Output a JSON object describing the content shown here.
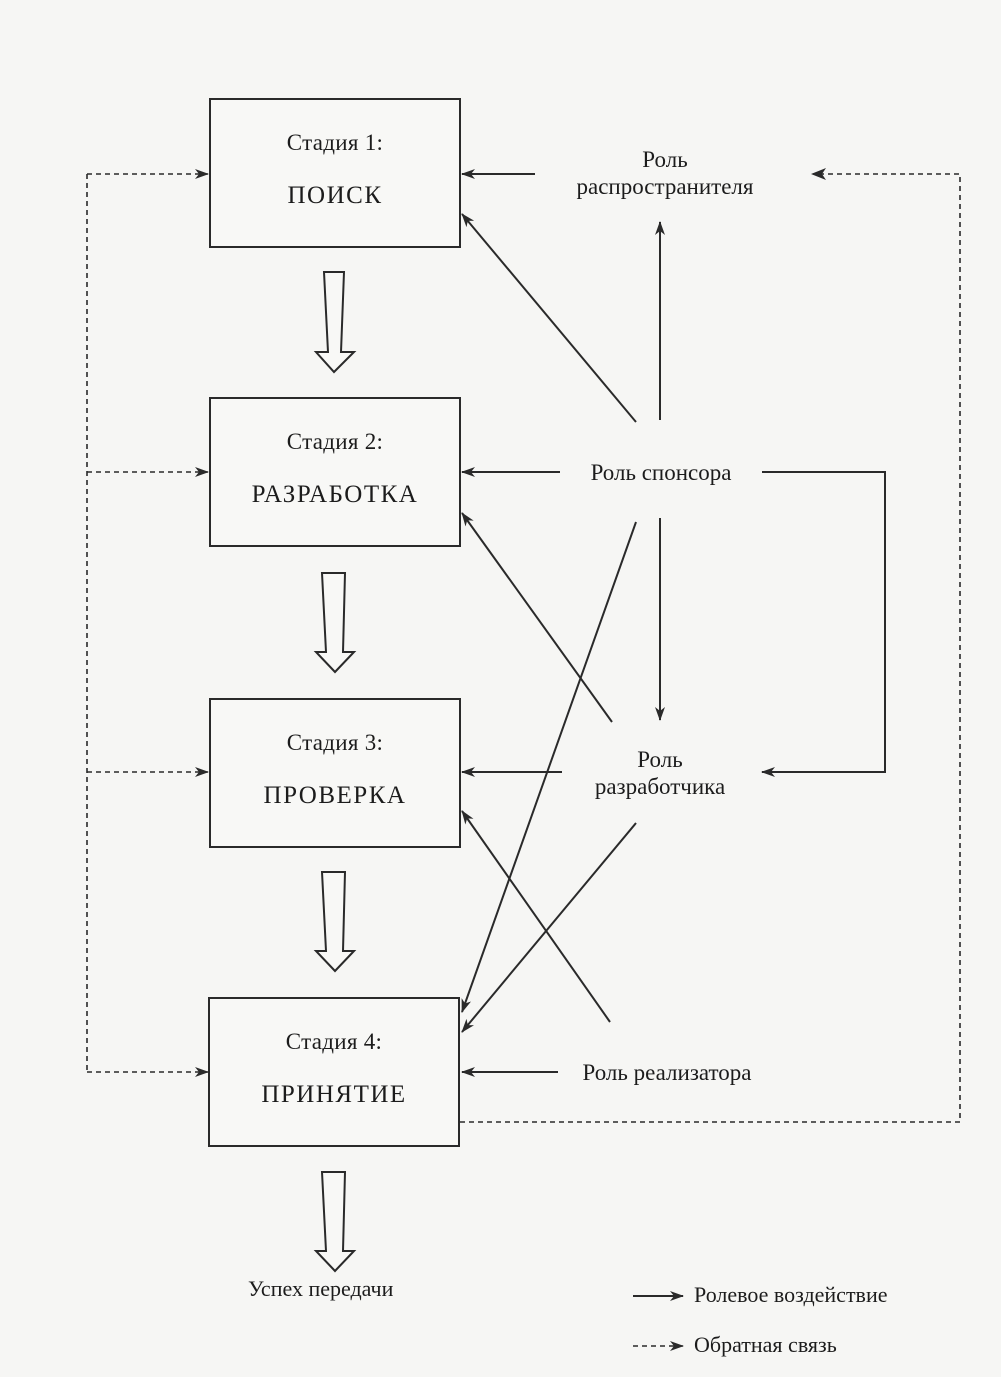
{
  "stages": [
    {
      "label": "Стадия 1:",
      "name": "ПОИСК"
    },
    {
      "label": "Стадия 2:",
      "name": "РАЗРАБОТКА"
    },
    {
      "label": "Стадия 3:",
      "name": "ПРОВЕРКА"
    },
    {
      "label": "Стадия 4:",
      "name": "ПРИНЯТИЕ"
    }
  ],
  "roles": {
    "distributor": {
      "line1": "Роль",
      "line2": "распространителя"
    },
    "sponsor": {
      "line1": "Роль спонсора"
    },
    "developer": {
      "line1": "Роль",
      "line2": "разработчика"
    },
    "implementer": {
      "line1": "Роль реализатора"
    }
  },
  "outcome": "Успех передачи",
  "legend": {
    "role_influence": "Ролевое воздействие",
    "feedback": "Обратная связь"
  },
  "colors": {
    "line": "#2a2a2a",
    "background": "#f6f6f4"
  }
}
